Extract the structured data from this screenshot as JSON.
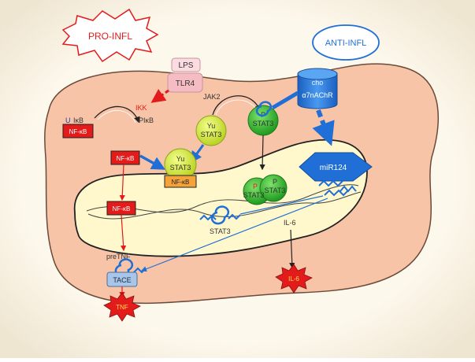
{
  "labels": {
    "pro_infl": "PRO-INFL",
    "anti_infl": "ANTI-INFL",
    "lps": "LPS",
    "tlr4": "TLR4",
    "jak2": "JAK2",
    "ikk": "IKK",
    "u": "U",
    "ikb": "IκB",
    "p_ikb": "PIκB",
    "nfkb": "NF-κB",
    "yu": "Yu",
    "stat3": "STAT3",
    "p": "P",
    "cho": "cho",
    "a7nachr": "α7nAChR",
    "mir124": "miR124",
    "il6": "IL-6",
    "pretnf": "preTNF",
    "tace": "TACE",
    "tnf": "TNF",
    "il6_burst": "IL-6"
  },
  "colors": {
    "background": "#fdf8ec",
    "cell": "#f8c4a8",
    "nucleus": "#fff8cc",
    "red_node": "#e31b1b",
    "green_node": "#2fb82f",
    "yellow_node": "#d9ee3a",
    "blue": "#1f6fd6",
    "receptor_blue": "#2b7de0",
    "tlr_pink": "#f6bcc4",
    "tace": "#a9c6e8"
  }
}
